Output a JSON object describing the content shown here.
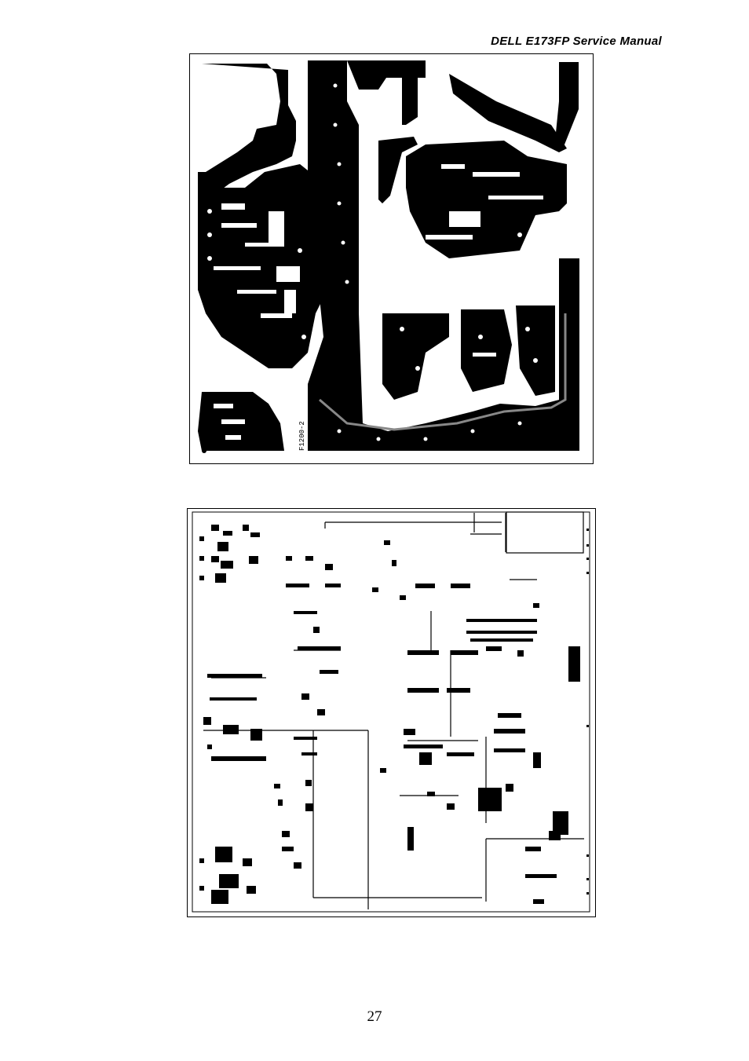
{
  "header": {
    "title": "DELL  E173FP  Service  Manual"
  },
  "figures": [
    {
      "id": "pcb-copper-layer",
      "silkscreen_label": "F1200-2"
    },
    {
      "id": "pcb-component-layout"
    }
  ],
  "footer": {
    "page_number": "27"
  }
}
